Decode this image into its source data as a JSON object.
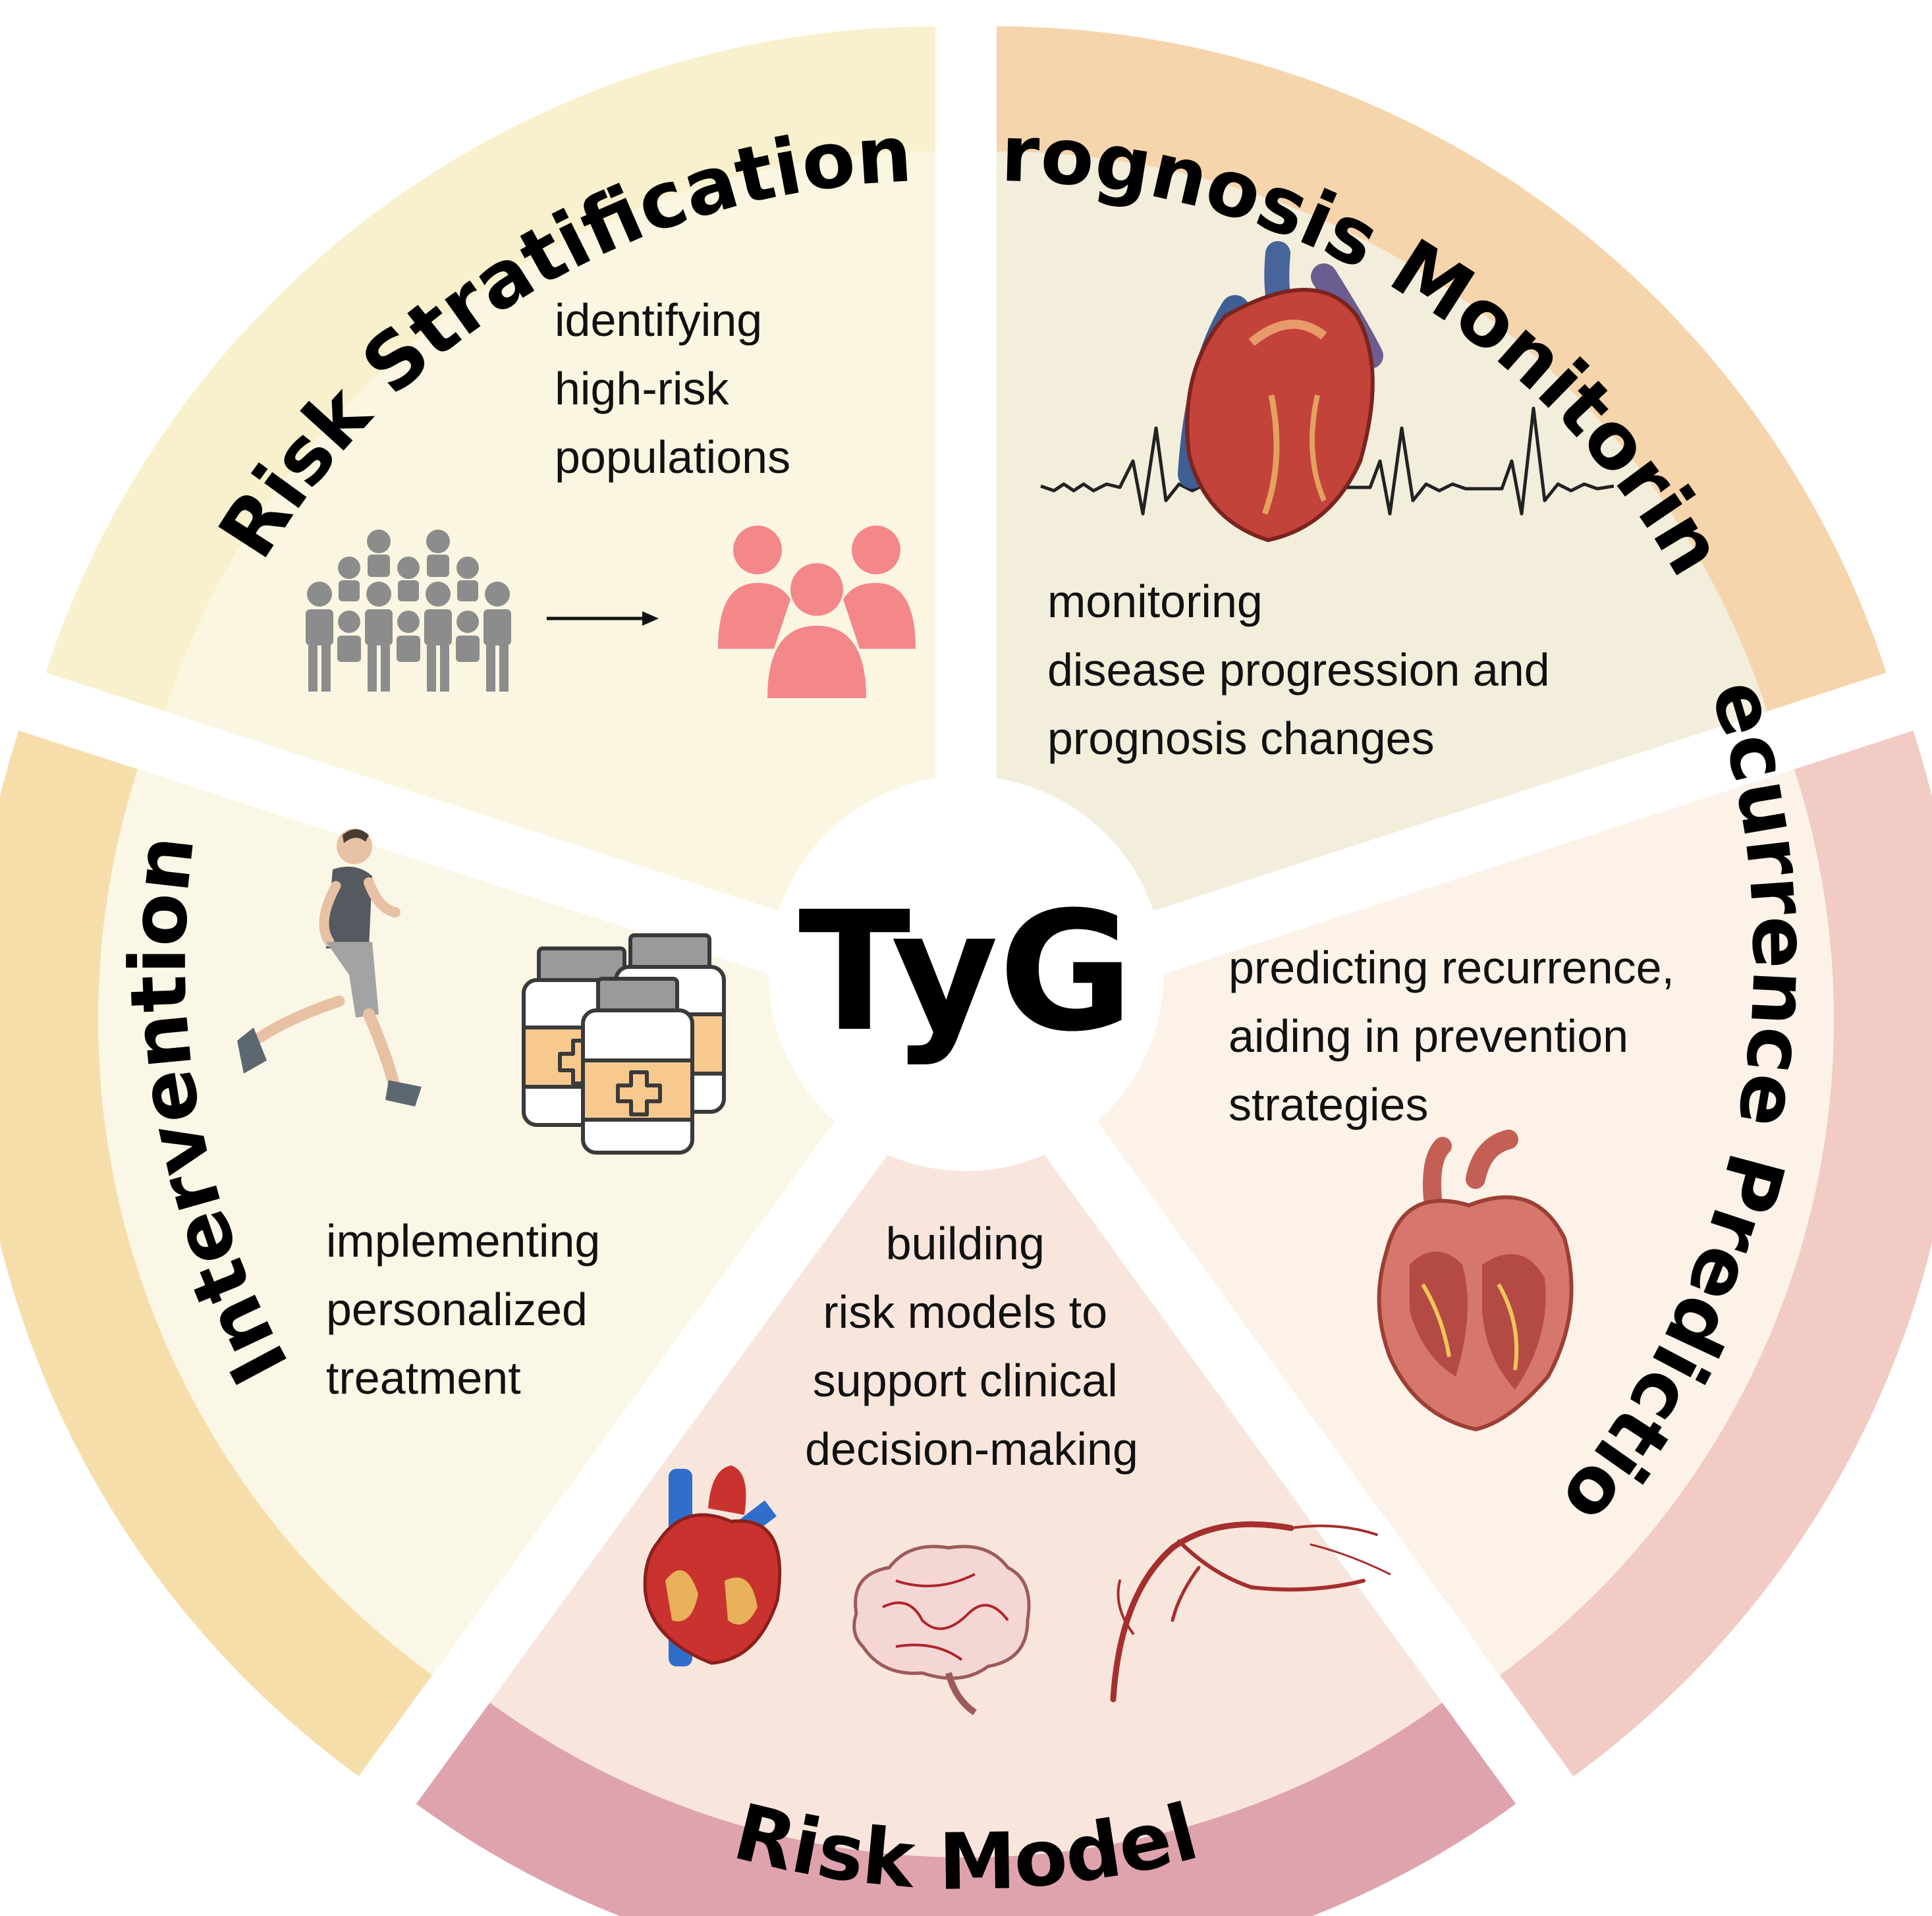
{
  "center": {
    "label": "TyG"
  },
  "segments": [
    {
      "id": "risk-stratification",
      "title": "Risk Stratification",
      "description": [
        "identifying",
        "high-risk",
        "populations"
      ],
      "colors": {
        "ring": "#F9F1CD",
        "fill": "#FBF6E1"
      },
      "icons": [
        "crowd-icon",
        "arrow-right-icon",
        "high-risk-group-icon"
      ]
    },
    {
      "id": "prognosis-monitoring",
      "title": "Prognosis Monitoring",
      "description": [
        "monitoring",
        "disease progression and",
        "prognosis changes"
      ],
      "colors": {
        "ring": "#F6D4AC",
        "fill": "#F3EDDC"
      },
      "icons": [
        "ecg-line-icon",
        "heart-icon"
      ]
    },
    {
      "id": "recurrence-prediction",
      "title": "Recurrence Prediction",
      "description": [
        "predicting recurrence,",
        "aiding in prevention",
        "strategies"
      ],
      "colors": {
        "ring": "#F1CBC4",
        "fill": "#FDF2E8"
      },
      "icons": [
        "heart-cross-section-icon"
      ]
    },
    {
      "id": "risk-model",
      "title": "Risk Model",
      "description": [
        "building",
        "risk models to",
        "support clinical",
        "decision-making"
      ],
      "colors": {
        "ring": "#DFA3AE",
        "fill": "#F8E6DC"
      },
      "icons": [
        "heart-icon",
        "brain-icon",
        "blood-vessel-icon"
      ]
    },
    {
      "id": "intervention",
      "title": "Intervention",
      "description": [
        "implementing",
        "personalized",
        "treatment"
      ],
      "colors": {
        "ring": "#F6DEAB",
        "fill": "#FBF7E6"
      },
      "icons": [
        "runner-icon",
        "medicine-bottles-icon"
      ]
    }
  ]
}
